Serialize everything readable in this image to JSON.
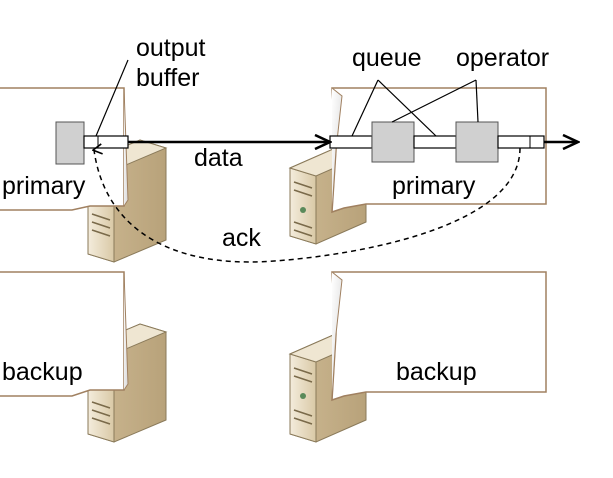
{
  "labels": {
    "output_buffer_line1": "output",
    "output_buffer_line2": "buffer",
    "queue": "queue",
    "operator": "operator",
    "data": "data",
    "ack": "ack",
    "primary_left": "primary",
    "primary_right": "primary",
    "backup_left": "backup",
    "backup_right": "backup"
  },
  "icons": {
    "server": "server-tower-icon",
    "window_panel": "document-panel-icon"
  },
  "colors": {
    "panel_border": "#a08060",
    "server_body": "#e8dcc4",
    "operator_fill": "#d0d0d0",
    "stroke": "#000000"
  }
}
